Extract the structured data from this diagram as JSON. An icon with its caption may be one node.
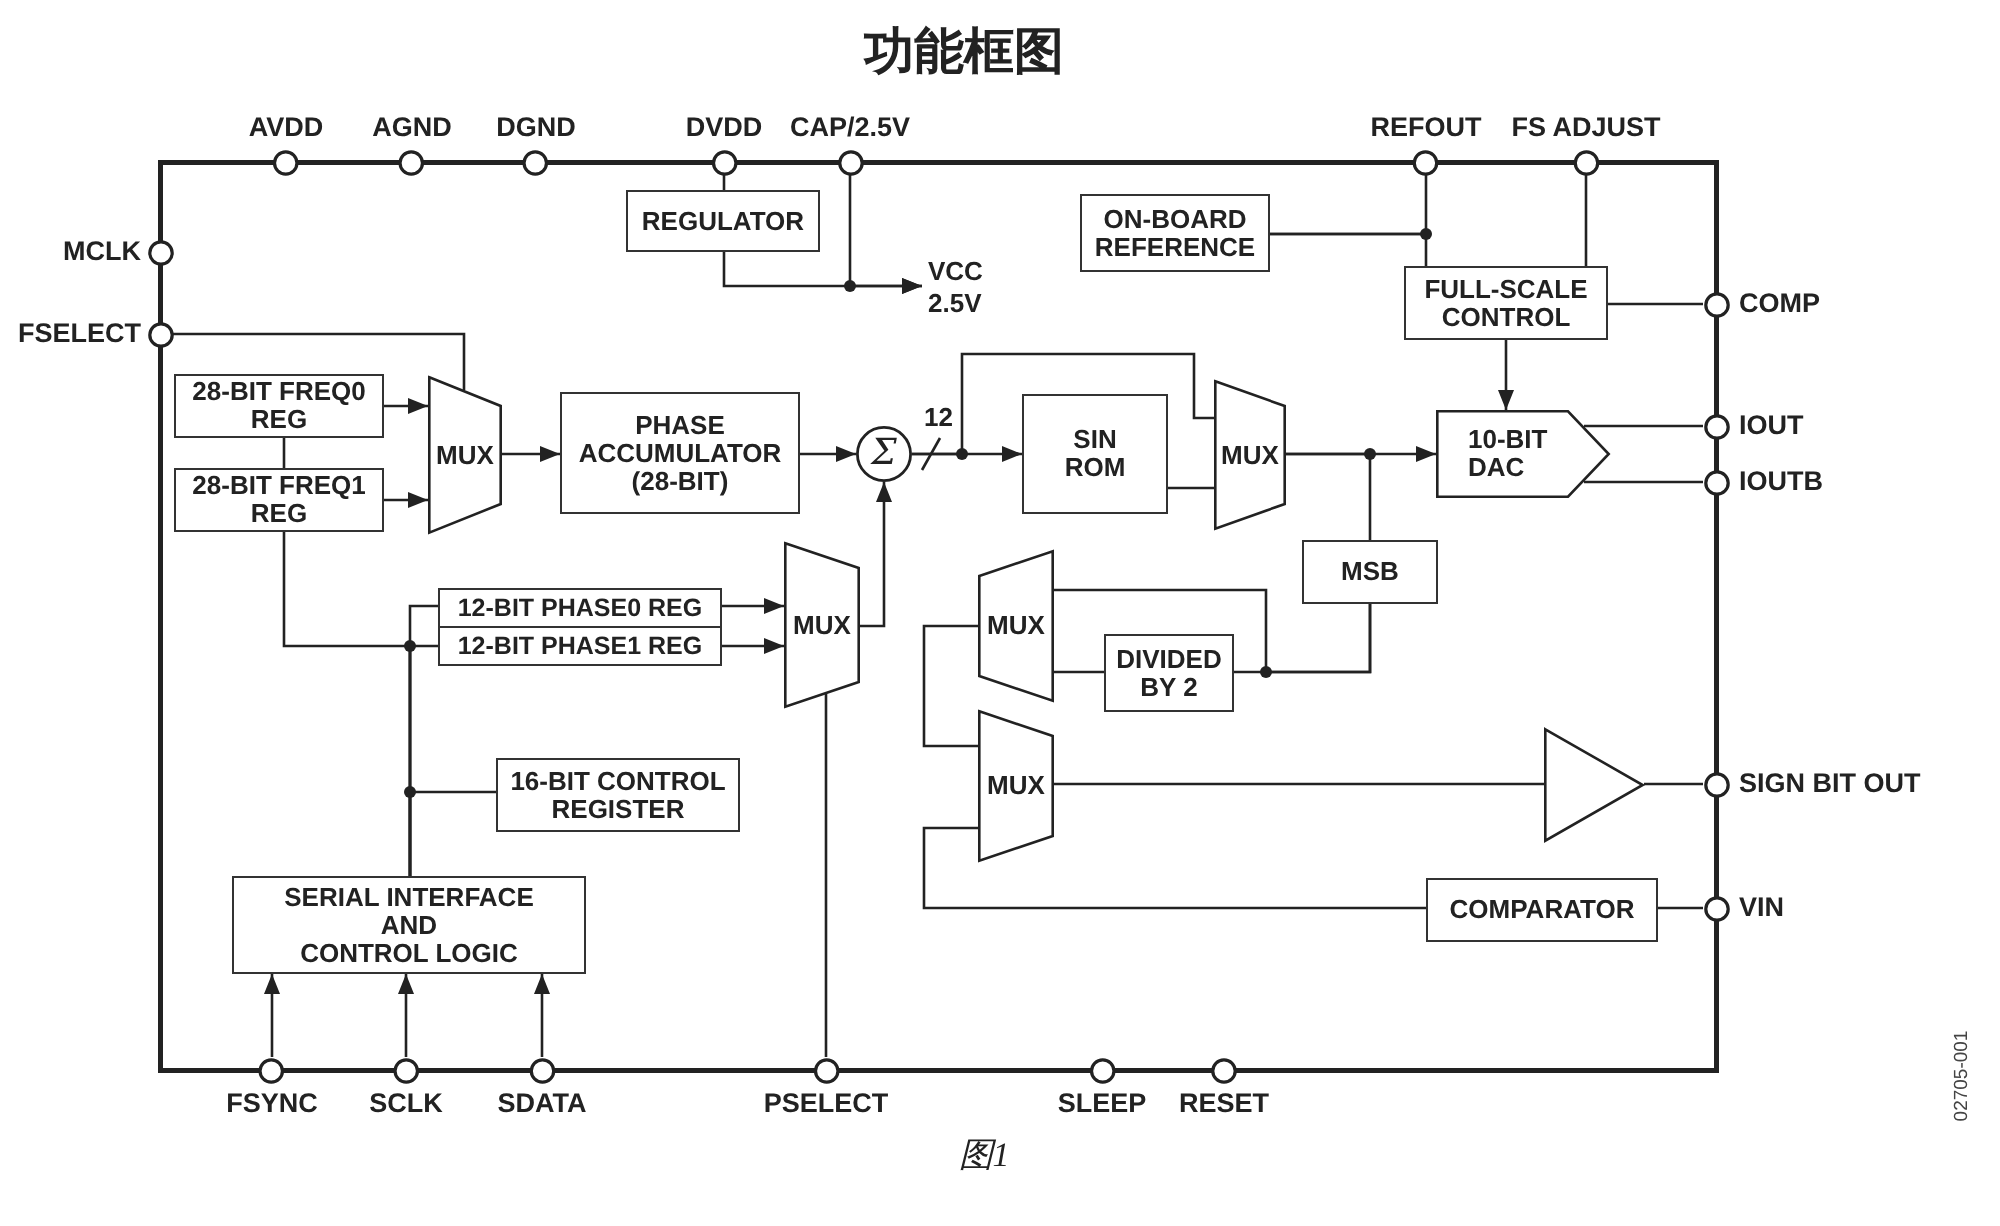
{
  "diagram": {
    "title": "功能框图",
    "caption": "图1",
    "nodes": [
      {
        "text": [],
        "shape": "box"
      },
      {
        "text": [
          "AVDD"
        ]
      },
      {
        "text": [
          "AGND"
        ]
      },
      {
        "text": [
          "DGND"
        ]
      },
      {
        "text": [
          "DVDD"
        ]
      },
      {
        "text": [
          "CAP/2.5V"
        ]
      },
      {
        "text": [
          "REFOUT"
        ]
      },
      {
        "text": [
          "FS ADJUST"
        ]
      },
      {
        "text": [
          "MCLK"
        ]
      },
      {
        "text": [
          "FSELECT"
        ]
      },
      {
        "text": [
          "COMP"
        ]
      },
      {
        "text": [
          "IOUT"
        ]
      },
      {
        "text": [
          "IOUTB"
        ]
      },
      {
        "text": [
          "SIGN BIT OUT"
        ]
      },
      {
        "text": [
          "VIN"
        ]
      },
      {
        "text": [
          "FSYNC"
        ]
      },
      {
        "text": [
          "SCLK"
        ]
      },
      {
        "text": [
          "SDATA"
        ]
      },
      {
        "text": [
          "PSELECT"
        ]
      },
      {
        "text": [
          "SLEEP"
        ]
      },
      {
        "text": [
          "RESET"
        ]
      },
      {
        "text": [
          "REGULATOR"
        ],
        "in": 0
      },
      {
        "text": [
          "VCC 2.5V"
        ],
        "in": 0
      },
      {
        "text": [
          "ON-BOARD REFERENCE"
        ],
        "in": 0
      },
      {
        "text": [
          "FULL-SCALE CONTROL"
        ],
        "in": 0
      },
      {
        "text": [
          "28-BIT FREQ0 REG"
        ],
        "in": 0
      },
      {
        "text": [
          "28-BIT FREQ1 REG"
        ],
        "in": 0
      },
      {
        "text": [
          "MUX"
        ],
        "in": 0
      },
      {
        "text": [
          "PHASE ACCUMULATOR (28-BIT)"
        ],
        "in": 0
      },
      {
        "text": [
          "Σ"
        ],
        "in": 0
      },
      {
        "text": [
          "SIN ROM"
        ],
        "in": 0
      },
      {
        "text": [
          "MUX"
        ],
        "in": 0
      },
      {
        "text": [
          "10-BIT DAC"
        ],
        "in": 0
      },
      {
        "text": [
          "12-BIT PHASE0 REG"
        ],
        "in": 0
      },
      {
        "text": [
          "12-BIT PHASE1 REG"
        ],
        "in": 0
      },
      {
        "text": [
          "MUX"
        ],
        "in": 0
      },
      {
        "text": [
          "MSB"
        ],
        "in": 0
      },
      {
        "text": [
          "MUX"
        ],
        "in": 0
      },
      {
        "text": [
          "DIVIDED BY 2"
        ],
        "in": 0
      },
      {
        "text": [
          "16-BIT CONTROL REGISTER"
        ],
        "in": 0
      },
      {
        "text": [
          "MUX"
        ],
        "in": 0
      },
      {
        "text": [],
        "shape": "triangle",
        "in": 0
      },
      {
        "text": [
          "COMPARATOR"
        ],
        "in": 0
      },
      {
        "text": [
          "SERIAL INTERFACE AND CONTROL LOGIC"
        ],
        "in": 0
      }
    ],
    "edges": [
      {
        "from": 4,
        "to": 21,
        "arrow": "none"
      },
      {
        "from": 21,
        "to": 22,
        "arrow": "to"
      },
      {
        "from": 5,
        "to": 22,
        "arrow": "to"
      },
      {
        "from": 23,
        "to": 6,
        "arrow": "none"
      },
      {
        "from": 23,
        "to": 24,
        "arrow": "none"
      },
      {
        "from": 7,
        "to": 24,
        "arrow": "none"
      },
      {
        "from": 24,
        "to": 10,
        "arrow": "none"
      },
      {
        "from": 24,
        "to": 32,
        "arrow": "to"
      },
      {
        "from": 9,
        "to": 27,
        "arrow": "none"
      },
      {
        "from": 25,
        "to": 27,
        "arrow": "to"
      },
      {
        "from": 26,
        "to": 27,
        "arrow": "to"
      },
      {
        "from": 25,
        "to": 26,
        "arrow": "none"
      },
      {
        "from": 27,
        "to": 28,
        "arrow": "to"
      },
      {
        "from": 28,
        "to": 29,
        "arrow": "to"
      },
      {
        "from": 29,
        "to": 30,
        "arrow": "to",
        "label": "12"
      },
      {
        "from": 29,
        "to": 31,
        "arrow": "none"
      },
      {
        "from": 30,
        "to": 31,
        "arrow": "none"
      },
      {
        "from": 31,
        "to": 32,
        "arrow": "to"
      },
      {
        "from": 31,
        "to": 36,
        "arrow": "none"
      },
      {
        "from": 32,
        "to": 11,
        "arrow": "none"
      },
      {
        "from": 32,
        "to": 12,
        "arrow": "none"
      },
      {
        "from": 33,
        "to": 35,
        "arrow": "to"
      },
      {
        "from": 34,
        "to": 35,
        "arrow": "to"
      },
      {
        "from": 35,
        "to": 29,
        "arrow": "to"
      },
      {
        "from": 18,
        "to": 35,
        "arrow": "none"
      },
      {
        "from": 43,
        "to": 26,
        "arrow": "none"
      },
      {
        "from": 43,
        "to": 33,
        "arrow": "none"
      },
      {
        "from": 43,
        "to": 34,
        "arrow": "none"
      },
      {
        "from": 43,
        "to": 39,
        "arrow": "none"
      },
      {
        "from": 15,
        "to": 43,
        "arrow": "to"
      },
      {
        "from": 16,
        "to": 43,
        "arrow": "to"
      },
      {
        "from": 17,
        "to": 43,
        "arrow": "to"
      },
      {
        "from": 36,
        "to": 38,
        "arrow": "none"
      },
      {
        "from": 36,
        "to": 37,
        "arrow": "none"
      },
      {
        "from": 38,
        "to": 37,
        "arrow": "none"
      },
      {
        "from": 37,
        "to": 40,
        "arrow": "none"
      },
      {
        "from": 42,
        "to": 40,
        "arrow": "none"
      },
      {
        "from": 40,
        "to": 41,
        "arrow": "none"
      },
      {
        "from": 41,
        "to": 13,
        "arrow": "none"
      },
      {
        "from": 14,
        "to": 42,
        "arrow": "none"
      }
    ],
    "labels": [
      "02705-001"
    ]
  }
}
